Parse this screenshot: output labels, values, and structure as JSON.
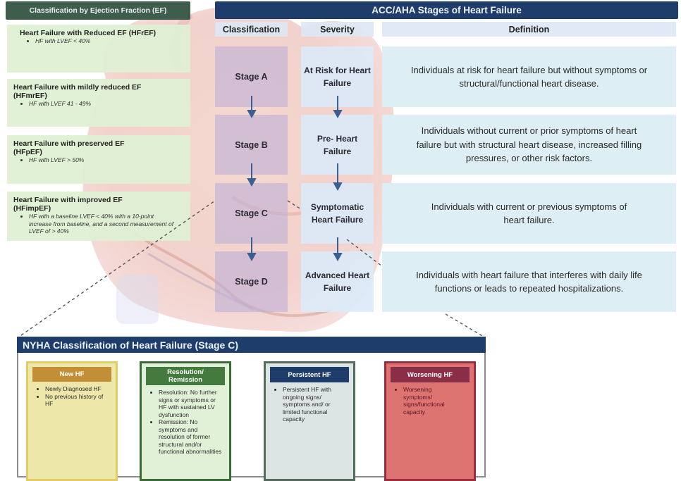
{
  "ef_section": {
    "header": "Classification by Ejection Fraction (EF)",
    "items": [
      {
        "title": "Heart Failure with Reduced EF (HFrEF)",
        "bullets": [
          "HF with LVEF < 40%"
        ]
      },
      {
        "title": "Heart Failure with mildly reduced EF (HFmrEF)",
        "bullets": [
          "HF with LVEF 41 - 49%"
        ]
      },
      {
        "title": "Heart Failure with preserved EF (HFpEF)",
        "bullets": [
          "HF with LVEF > 50%"
        ]
      },
      {
        "title": "Heart Failure with improved EF (HFimpEF)",
        "bullets": [
          "HF with a baseline LVEF < 40% with a 10-point increase from baseline, and a second measurement of LVEF of > 40%"
        ]
      }
    ]
  },
  "acc_aha": {
    "header": "ACC/AHA Stages of Heart Failure",
    "columns": [
      "Classification",
      "Severity",
      "Definition"
    ],
    "stages": [
      {
        "classification": "Stage A",
        "severity": "At Risk for Heart Failure",
        "definition": "Individuals at risk for heart failure but without symptoms or structural/functional heart disease."
      },
      {
        "classification": "Stage B",
        "severity": "Pre- Heart Failure",
        "definition": "Individuals without current or prior symptoms of heart failure but with structural heart disease, increased filling pressures, or other risk factors."
      },
      {
        "classification": "Stage C",
        "severity": "Symptomatic Heart Failure",
        "definition": "Individuals with current or previous symptoms of heart failure."
      },
      {
        "classification": "Stage D",
        "severity": "Advanced Heart Failure",
        "definition": "Individuals with heart failure that interferes with daily life functions or leads to repeated hospitalizations."
      }
    ]
  },
  "nyha": {
    "header": "NYHA Classification of Heart Failure (Stage C)",
    "cards": [
      {
        "title": "New HF",
        "bullets": [
          "Newly Diagnosed HF",
          "No previous history of HF"
        ],
        "color": "#c28f36"
      },
      {
        "title": "Resolution/ Remission",
        "bullets": [
          "Resolution:  No further signs or symptoms or HF with sustained LV dysfunction",
          "Remission: No symptoms and resolution of former structural and/or functional abnormalities"
        ],
        "color": "#447a3e"
      },
      {
        "title": "Persistent HF",
        "bullets": [
          "Persistent HF with ongoing signs/ symptoms and/ or limited functional capacity"
        ],
        "color": "#1f3d6b"
      },
      {
        "title": "Worsening HF",
        "bullets": [
          "Worsening symptoms/ signs/functional capacity"
        ],
        "color": "#8a2d46"
      }
    ]
  },
  "colors": {
    "ef_header": "#3e5d4d",
    "acc_header": "#1f3d6b",
    "arrow": "#3a5f93"
  }
}
